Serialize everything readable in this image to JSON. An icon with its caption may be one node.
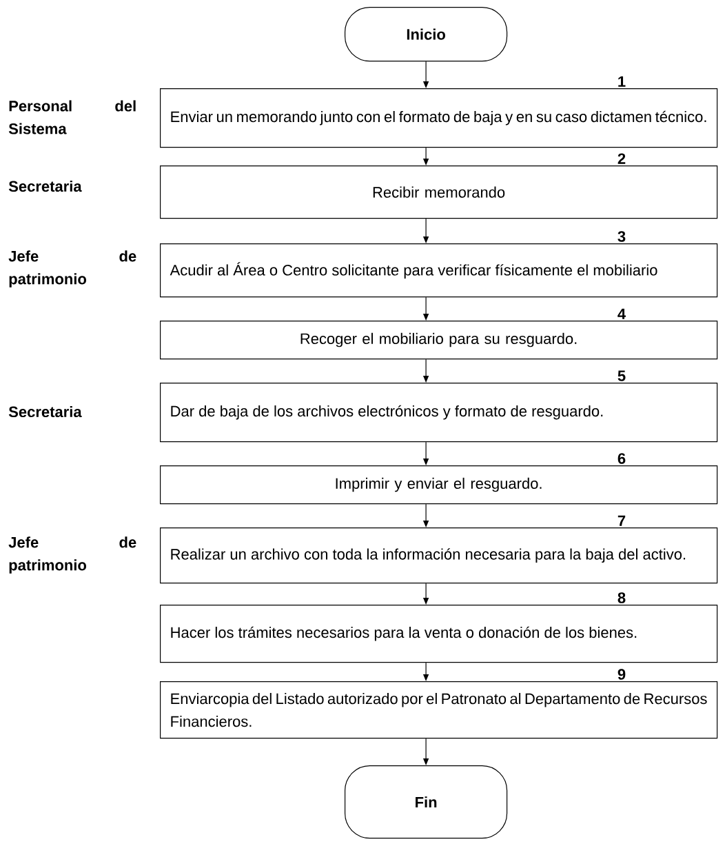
{
  "diagram": {
    "nodes": [
      {
        "text": [
          "Inicio"
        ]
      },
      {
        "text": [
          "Enviar un memorando junto con el formato de baja y en su caso dictamen técnico."
        ],
        "beside": [
          "1"
        ]
      },
      {
        "text": [
          "Recibir memorando"
        ],
        "beside": [
          "2"
        ]
      },
      {
        "text": [
          "Acudir al Área o Centro solicitante para verificar físicamente el mobiliario"
        ],
        "beside": [
          "3"
        ]
      },
      {
        "text": [
          "Recoger el mobiliario para su resguardo."
        ],
        "beside": [
          "4"
        ]
      },
      {
        "text": [
          "Dar de baja de los archivos electrónicos y formato de resguardo."
        ],
        "beside": [
          "5"
        ]
      },
      {
        "text": [
          "Imprimir y enviar el resguardo."
        ],
        "beside": [
          "6"
        ]
      },
      {
        "text": [
          "Realizar un archivo con toda la información necesaria para la baja del activo."
        ],
        "beside": [
          "7"
        ]
      },
      {
        "text": [
          "Hacer los trámites necesarios para la venta o donación de los bienes."
        ],
        "beside": [
          "8"
        ]
      },
      {
        "text": [
          "Enviarcopia del Listado autorizado por el Patronato al Departamento de Recursos Financieros."
        ],
        "beside": [
          "9"
        ]
      },
      {
        "text": [
          "Fin"
        ]
      }
    ],
    "edges": [
      {
        "from": 0,
        "to": 1,
        "arrow": "to"
      },
      {
        "from": 1,
        "to": 2,
        "arrow": "to"
      },
      {
        "from": 2,
        "to": 3,
        "arrow": "to"
      },
      {
        "from": 3,
        "to": 4,
        "arrow": "to"
      },
      {
        "from": 4,
        "to": 5,
        "arrow": "to"
      },
      {
        "from": 5,
        "to": 6,
        "arrow": "to"
      },
      {
        "from": 6,
        "to": 7,
        "arrow": "to"
      },
      {
        "from": 7,
        "to": 8,
        "arrow": "to"
      },
      {
        "from": 8,
        "to": 9,
        "arrow": "to"
      },
      {
        "from": 9,
        "to": 10,
        "arrow": "to"
      }
    ],
    "labels": [
      "Personal del Sistema",
      "Secretaria",
      "Jefe de patrimonio",
      "Secretaria",
      "Jefe de patrimonio"
    ]
  }
}
